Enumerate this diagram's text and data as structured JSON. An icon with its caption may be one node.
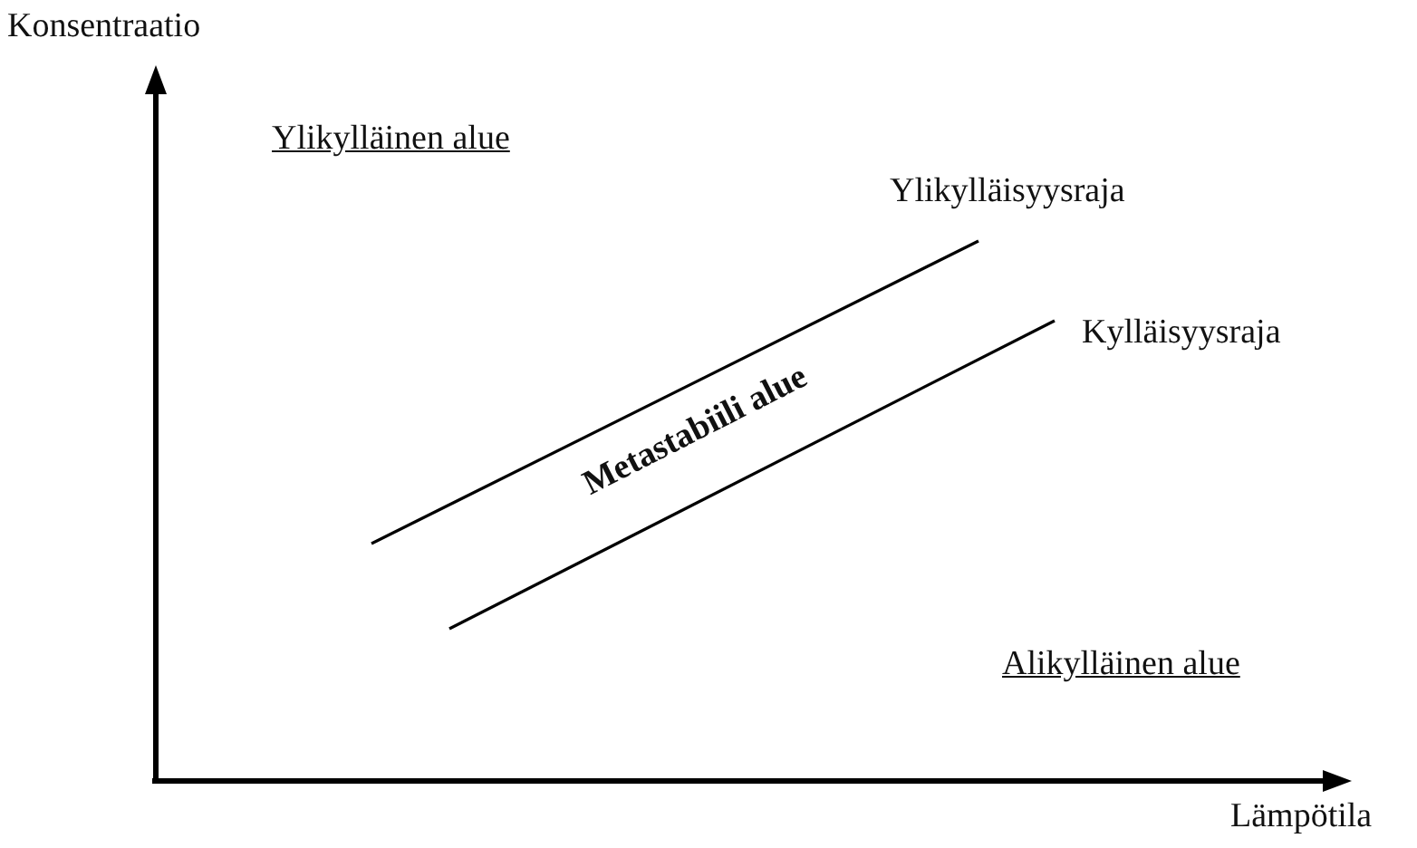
{
  "diagram": {
    "labels": [
      "Konsentraatio",
      "Ylikylläinen alue",
      "Ylikylläisyysraja",
      "Kylläisyysraja",
      "Metastabiili alue",
      "Alikylläinen alue",
      "Lämpötila"
    ]
  }
}
